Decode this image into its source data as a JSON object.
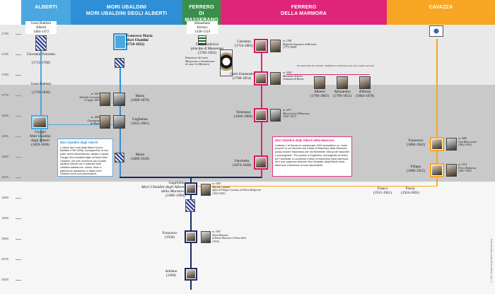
{
  "headers": [
    {
      "key": "alberti",
      "label": "ALBERTI",
      "color": "#4aa7e0"
    },
    {
      "key": "mori",
      "label": "MORI UBALDINI\nMORI UBALDINI DEGLI ALBERTI",
      "color": "#2f8fd6"
    },
    {
      "key": "masserano",
      "label": "FERRERO\nDI MASSERANO",
      "color": "#3a8f4a"
    },
    {
      "key": "marmora",
      "label": "FERRERO\nDELLA MARMORA",
      "color": "#e0247a"
    },
    {
      "key": "cavazza",
      "label": "CAVAZZA",
      "color": "#f7a623"
    }
  ],
  "years": [
    "1700",
    "1725",
    "1750",
    "1775",
    "1800",
    "1825",
    "1850",
    "1875",
    "1900",
    "1925",
    "1950",
    "1975",
    "2000"
  ],
  "people": {
    "leon_battista_top": "Leon Battista\nAlberti\n1404-1472",
    "sebastiano": "Sebastiano\nFerrero\n1438-1519",
    "giovanni_vincenzo": "Giovanni Vincenzo\n\n(1715-1788)",
    "leon_battista": "Leon Battista\n\n(1759-1836)",
    "giorgio": "Giorgio\nMori Ubaldini\ndegli Alberti\n(1829-1836)",
    "francesco_maria": "Francesco Maria\nMori Ubaldini\n(1750-1832)",
    "mario1": "Mario\n(1809-1879)",
    "guglielmo1": "Guglielmo\n(1833-1901)",
    "mario2": "Mario\n(1869-1918)",
    "carlo_lodovico": "Carlo Lodovico\nprincipe di Masserano\n(1782-1833)",
    "estinzione": "Estinzione del ramo\nMasserano e trasmissione\nal ramo La Marmora",
    "celestino": "Celestino\n(1754-1805)",
    "carlo_emanuele": "Carlo Emanuele\n(1788-1854)",
    "alberto": "Alberto\n(1789-1863)",
    "alessandro": "Alessandro\n(1799-1855)",
    "alfonso": "Alfonso\n(1804-1878)",
    "tommaso": "Tommaso\n(1826-1900)",
    "fanchetta": "Fanchetta\n(1874-1948)",
    "guglielmo2": "Guglielmo\nMori Ubaldini degli Alberti\ndella Marmora\n(1900-1994)",
    "francesco2": "Francesco\n(1930)",
    "adriano": "Adriano\n(1969)",
    "franco": "Franco\n(1915-1941)",
    "flavia": "Flavia\n(1924-2001)",
    "francesco_cav": "Francesco\n(1860-1942)",
    "filippo": "Filippo\n(1886-1955)"
  },
  "spouses": {
    "celestino": "m. 1786\nRaffaella Argentero di Bersezio\n(1770-1828)",
    "carlo_emanuele": "m. 1820\nMarianna Arborio\nGattinara di Breme",
    "brothers": "Dei sedici figli di Celestino e Raffaella ne indichiamo qui solo i quattro generali",
    "mario1": "m. 1827\nAdelaide Lorenzini\n10 luglio 1847",
    "guglielmo1": "m. 1864\nGiuseppina\nde Bojer",
    "tommaso": "m. 1871\nMaria Luisa D'Harcourt\n(1847-1927)",
    "guglielmo2": "m. 1945\nMarina Cavazza\nfiglia di Filippo Cavazza ed Elvira Bolgeroni\n(1922-2001)",
    "francesco2": "m. 1967\nSilvia Marzani\ndi Paolo Marzani e Selma Salis\n(1932)",
    "francesco_cav": "m. 1885\nLina Bianconcini\n(1862-1941)",
    "filippo": "m. 1912\nElvira Bolgeroni\n(1887-1961)"
  },
  "notes": {
    "alberti_title": "Mori Ubaldini degli Alberti",
    "alberti_text": "L'ultimo dei Conti degli Alberti (Leon Battista 1759-1836), consapevole di non poter avere discendenza, adottò il nipote, Giorgio Mori Ubaldini figlio di Mario Mori Ubaldini, nel solo momento sia il padre adottivo Alberti che il naturale Mori Ubaldini adottarono. Nome, titolo e patrimonio passarono a Mario Mori Ubaldini ed ai suoi discendenti.",
    "marmora_title": "Mori Ubaldini degli Alberti della Marmora",
    "marmora_text": "Umberto I di Savoia fu autorizzato 1900 ammettere un \"motu proprio\" in cui decretò che il titolo di Marchesi della Marmora posso essere trasmesso per via femminile \"alla prole maschile e primogenita\". Per questo a Guglielmo, primogenito di Mario ed Fanchetta, fu concesso il titolo di Marchese della Marmora ed il suo cognome divenne Mori Ubaldini degli Alberti della Marmora, trasmesso ai suoi discendenti."
  },
  "side_credit": "© Mori Ubaldini degli Alberti della Marmora"
}
